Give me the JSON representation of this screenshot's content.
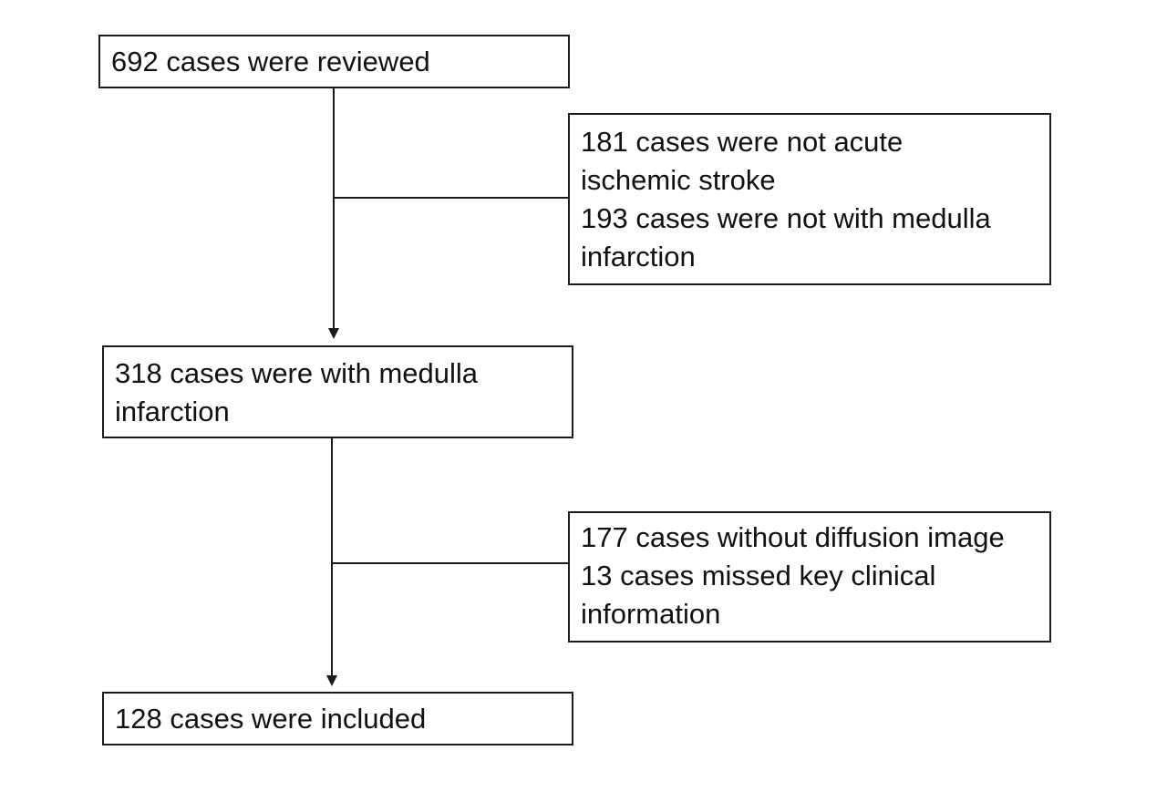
{
  "boxes": {
    "reviewed": {
      "lines": [
        "692 cases were reviewed"
      ]
    },
    "exclusion_1": {
      "lines": [
        "181 cases were not acute",
        "ischemic stroke",
        "193 cases were not with medulla",
        "infarction"
      ]
    },
    "medulla": {
      "lines": [
        "318 cases were with medulla",
        "infarction"
      ]
    },
    "exclusion_2": {
      "lines": [
        "177 cases without diffusion image",
        "13 cases missed key clinical",
        "information"
      ]
    },
    "included": {
      "lines": [
        "128 cases were included"
      ]
    }
  },
  "colors": {
    "stroke": "#1a1a1a",
    "background": "#ffffff"
  }
}
